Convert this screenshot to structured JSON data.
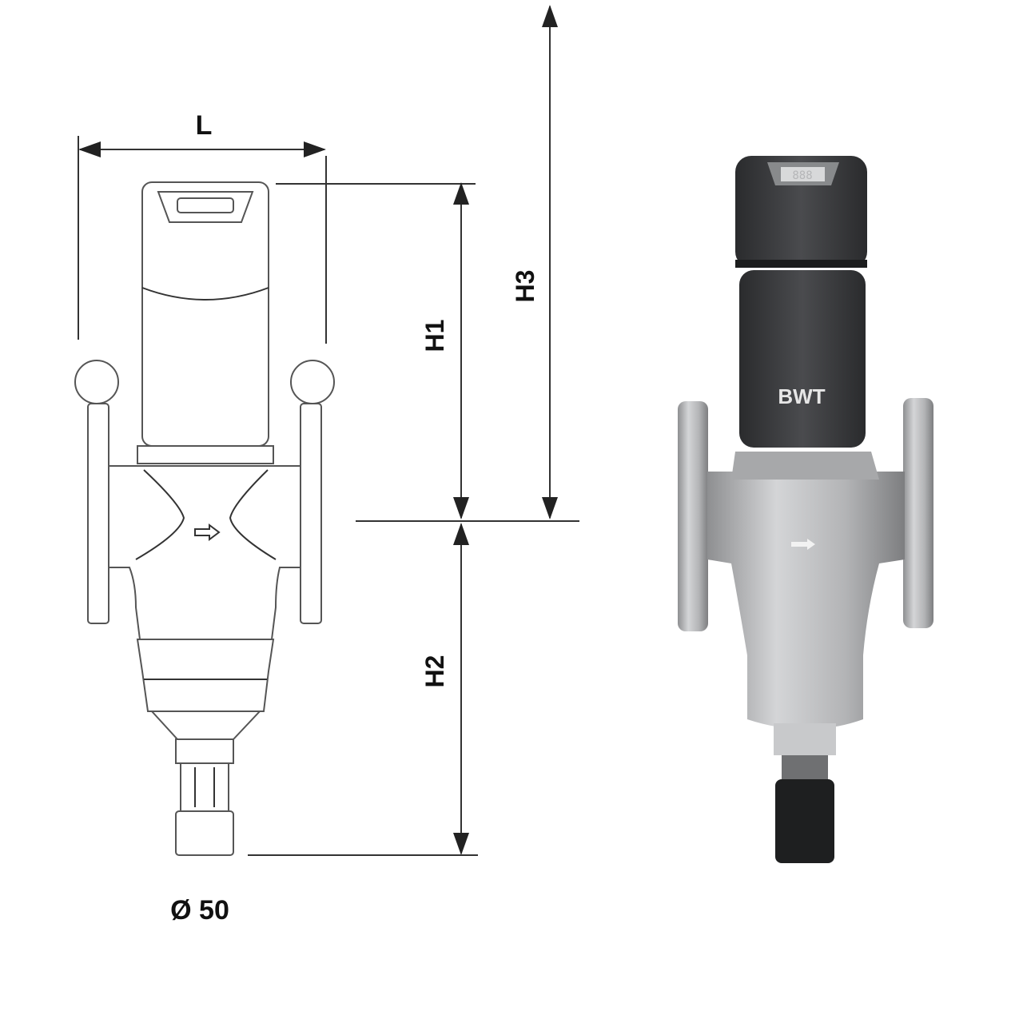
{
  "dimensions": {
    "length_label": "L",
    "height1_label": "H1",
    "height2_label": "H2",
    "height3_label": "H3",
    "diameter_label": "Ø 50"
  },
  "product": {
    "brand_logo": "BWT",
    "display_digits": "888"
  },
  "colors": {
    "housing_dark": "#3a3b3d",
    "body_silver": "#b8b9bb",
    "line": "#333333"
  }
}
